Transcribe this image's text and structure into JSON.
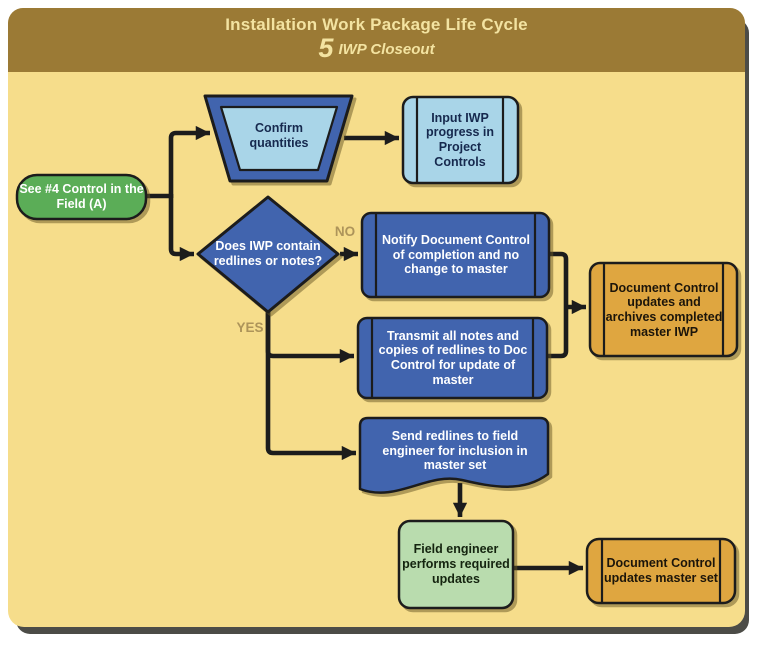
{
  "header": {
    "title": "Installation Work Package Life Cycle",
    "step_number": "5",
    "step_name": "IWP Closeout"
  },
  "nodes": {
    "start": "See #4 Control in the Field (A)",
    "confirm_quantities": "Confirm quantities",
    "input_progress": "Input IWP progress in Project Controls",
    "decision": "Does IWP contain redlines or notes?",
    "notify_doc_control": "Notify Document Control of completion and no change to master",
    "transmit_notes": "Transmit all notes and copies of redlines to Doc Control for update of master",
    "send_redlines": "Send redlines to field engineer for inclusion in master set",
    "archive_master": "Document Control updates and archives completed master IWP",
    "field_engineer": "Field engineer performs required updates",
    "update_master_set": "Document Control updates master set"
  },
  "edge_labels": {
    "no": "NO",
    "yes": "YES"
  },
  "colors": {
    "header_band": "#9b7a35",
    "canvas_bg": "#f6dd8b",
    "title_text": "#f3e3a1",
    "process_blue": "#4164ae",
    "light_blue": "#a9d5e8",
    "start_green": "#5bad57",
    "light_green": "#b9dcae",
    "gold_orange": "#dfa640",
    "line_black": "#1c1c1c",
    "branch_label": "#ad945a"
  }
}
